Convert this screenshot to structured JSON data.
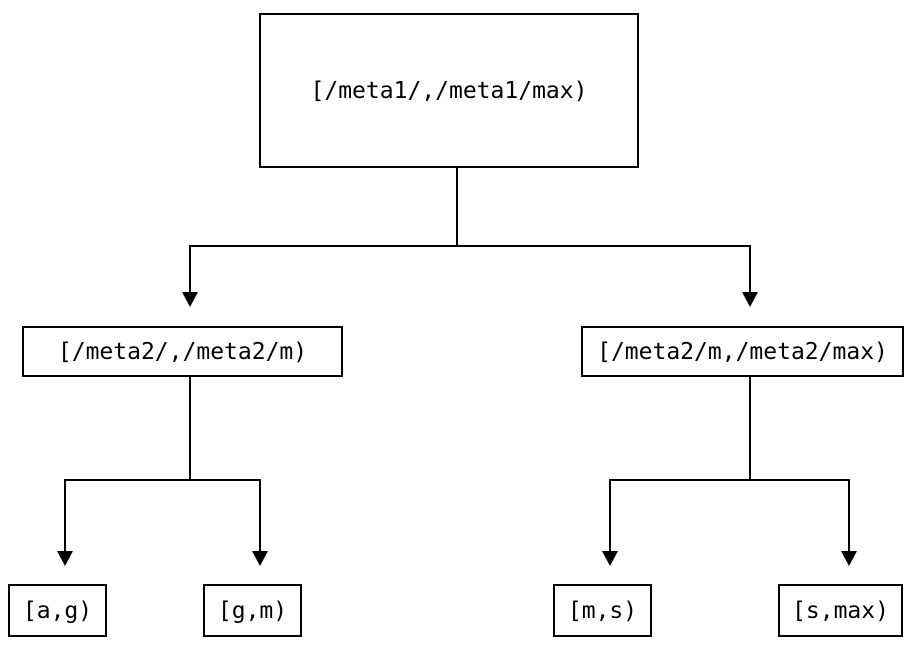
{
  "diagram": {
    "type": "binary-interval-tree",
    "background_color": "#ffffff",
    "line_color": "#000000",
    "text_color": "#000000",
    "nodes": [
      {
        "id": "root",
        "label": "[/meta1/,/meta1/max)",
        "level": 1
      },
      {
        "id": "meta2-low",
        "label": "[/meta2/,/meta2/m)",
        "level": 2,
        "parent": "root"
      },
      {
        "id": "meta2-high",
        "label": "[/meta2/m,/meta2/max)",
        "level": 2,
        "parent": "root"
      },
      {
        "id": "leaf-a-g",
        "label": "[a,g)",
        "level": 3,
        "parent": "meta2-low"
      },
      {
        "id": "leaf-g-m",
        "label": "[g,m)",
        "level": 3,
        "parent": "meta2-low"
      },
      {
        "id": "leaf-m-s",
        "label": "[m,s)",
        "level": 3,
        "parent": "meta2-high"
      },
      {
        "id": "leaf-s-max",
        "label": "[s,max)",
        "level": 3,
        "parent": "meta2-high"
      }
    ],
    "edges": [
      {
        "from": "root",
        "to": "meta2-low",
        "arrow": "triangle-down"
      },
      {
        "from": "root",
        "to": "meta2-high",
        "arrow": "triangle-down"
      },
      {
        "from": "meta2-low",
        "to": "leaf-a-g",
        "arrow": "triangle-down"
      },
      {
        "from": "meta2-low",
        "to": "leaf-g-m",
        "arrow": "triangle-down"
      },
      {
        "from": "meta2-high",
        "to": "leaf-m-s",
        "arrow": "triangle-down"
      },
      {
        "from": "meta2-high",
        "to": "leaf-s-max",
        "arrow": "triangle-down"
      }
    ]
  }
}
